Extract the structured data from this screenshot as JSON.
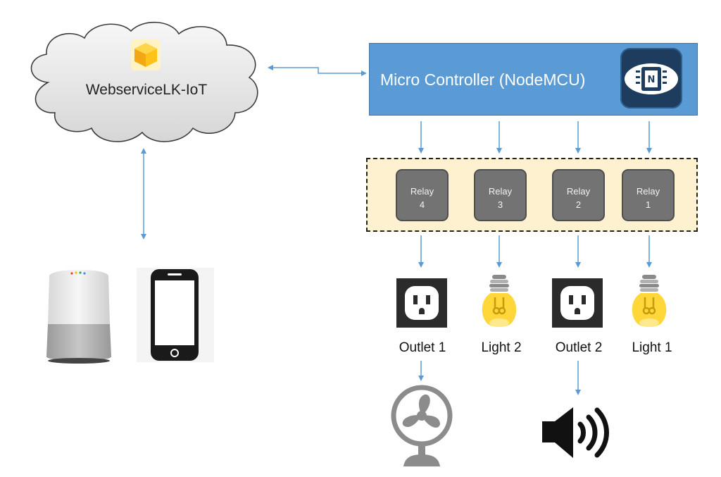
{
  "cloud": {
    "label": "WebserviceLK-IoT",
    "icon": "lk-iot-cube-icon"
  },
  "controller": {
    "title": "Micro Controller (NodeMCU)",
    "logo": "nodemcu-chip-icon",
    "color": "#5b9bd5"
  },
  "relays": [
    {
      "name": "Relay",
      "number": "4"
    },
    {
      "name": "Relay",
      "number": "3"
    },
    {
      "name": "Relay",
      "number": "2"
    },
    {
      "name": "Relay",
      "number": "1"
    }
  ],
  "outputs": [
    {
      "label": "Outlet 1",
      "icon": "outlet-icon"
    },
    {
      "label": "Light 2",
      "icon": "light-bulb-icon"
    },
    {
      "label": "Outlet 2",
      "icon": "outlet-icon"
    },
    {
      "label": "Light 1",
      "icon": "light-bulb-icon"
    }
  ],
  "appliances": [
    {
      "icon": "fan-icon"
    },
    {
      "icon": "speaker-icon"
    }
  ],
  "clients": [
    {
      "icon": "smart-speaker-icon"
    },
    {
      "icon": "smartphone-icon"
    }
  ],
  "colors": {
    "arrow": "#5b9bd5",
    "relay_band": "#fdf1cf",
    "relay": "#737373",
    "bulb": "#ffd73a"
  }
}
